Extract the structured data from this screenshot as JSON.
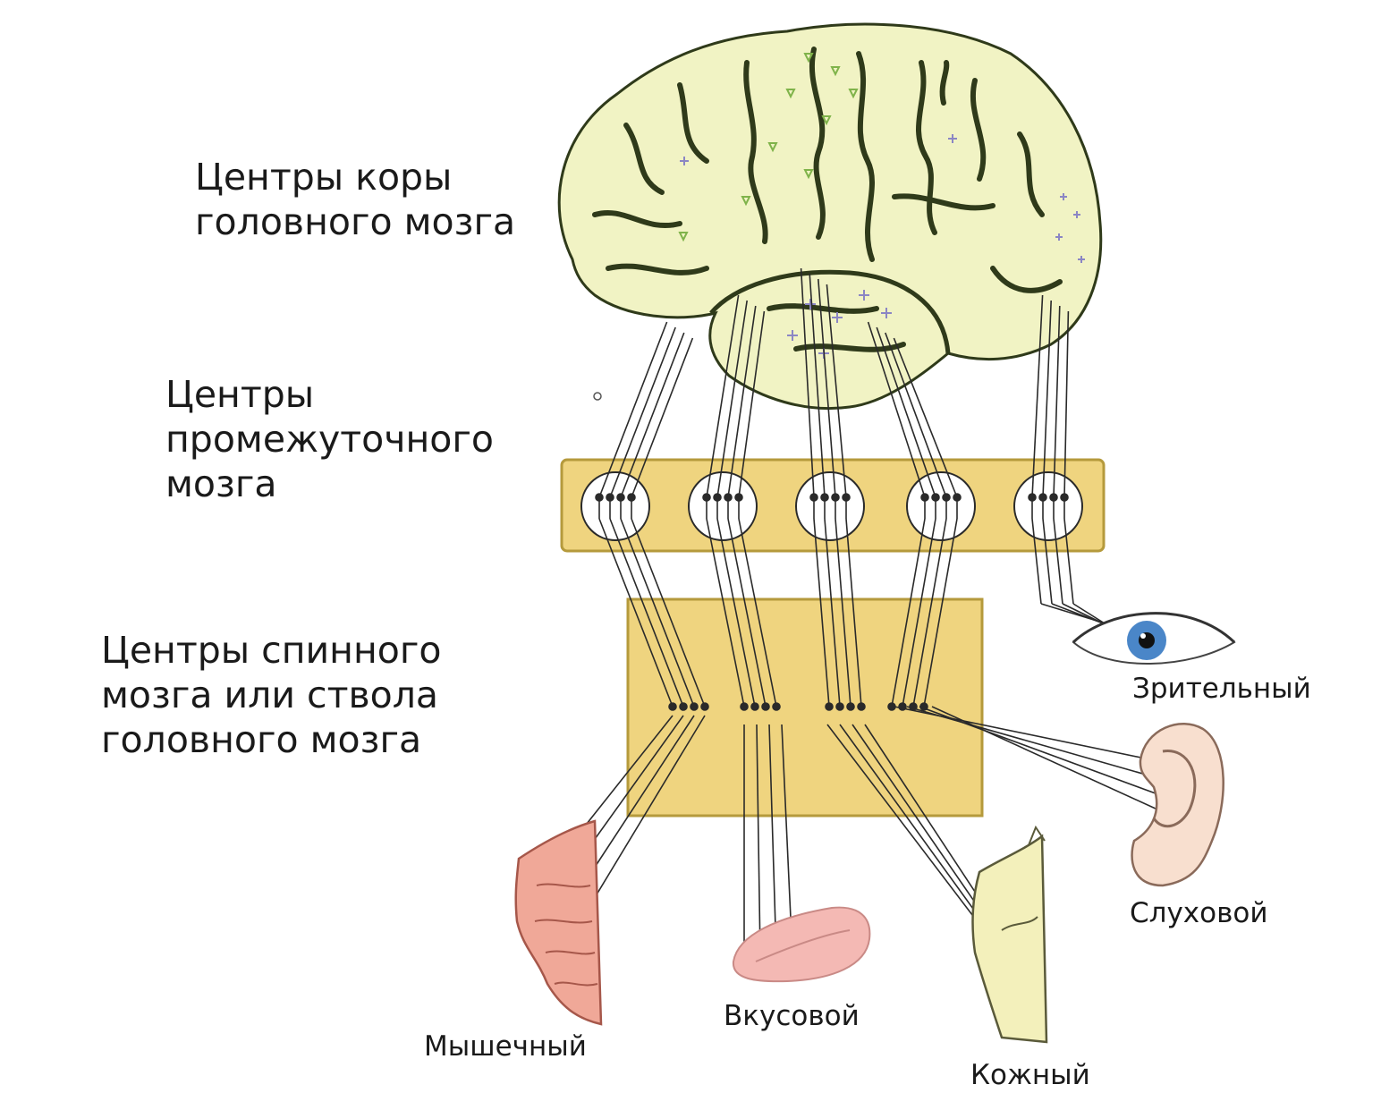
{
  "labels": {
    "cortex": [
      "Центры коры",
      "головного мозга"
    ],
    "diencephalon": [
      "Центры",
      "промежуточного",
      "мозга"
    ],
    "spinal": [
      "Центры спинного",
      "мозга или ствола",
      "головного мозга"
    ]
  },
  "analyzers": {
    "visual": "Зрительный",
    "auditory": "Слуховой",
    "taste": "Вкусовой",
    "muscle": "Мышечный",
    "skin": "Кожный"
  },
  "colors": {
    "brain_fill": "#f1f3c4",
    "brain_outline": "#2f3a1a",
    "band_fill": "#efd47f",
    "band_outline": "#b59a3c",
    "nerve_line": "#2a2a2a",
    "muscle_fill": "#f0a898",
    "tongue_fill": "#f4b9b4",
    "skin_fill": "#f3f0bb",
    "ear_fill": "#f8dfcf",
    "iris": "#4a86c8"
  },
  "icons": [
    "brain-illustration",
    "eye-icon",
    "ear-icon",
    "tongue-icon",
    "muscle-icon",
    "skin-icon"
  ]
}
